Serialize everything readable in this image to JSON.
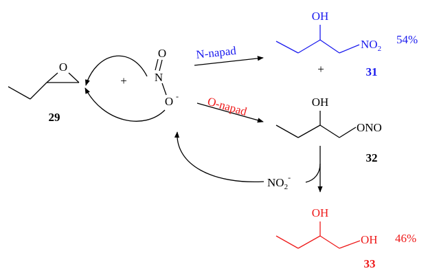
{
  "colors": {
    "black": "#000000",
    "blue": "#1a1aee",
    "red": "#ee1a1a"
  },
  "compound_29": {
    "number": "29",
    "oxygen": "O"
  },
  "nitrite": {
    "top_oxygen": "O",
    "nitrogen": "N",
    "bottom_oxygen": "O",
    "charge": "-"
  },
  "plus_left": "+",
  "n_attack": {
    "label": "N-napad"
  },
  "o_attack": {
    "label": "O-napad"
  },
  "compound_31": {
    "hydroxyl": "OH",
    "nitro": "NO",
    "nitro_sub": "2",
    "yield": "54%",
    "plus": "+",
    "number": "31"
  },
  "compound_32": {
    "hydroxyl": "OH",
    "ester": "ONO",
    "number": "32"
  },
  "byproduct": {
    "text": "NO",
    "sub": "2",
    "charge": "-"
  },
  "compound_33": {
    "hydroxyl_top": "OH",
    "hydroxyl_end": "OH",
    "yield": "46%",
    "number": "33"
  }
}
